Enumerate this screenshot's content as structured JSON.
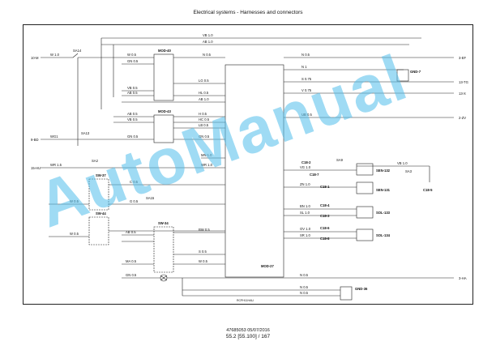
{
  "header": {
    "title": "Electrical systems - Harnesses and connectors"
  },
  "footer": {
    "doc_number": "47685053 05/07/2016",
    "page": "55.2 [55.100] / 167",
    "figure_code": "RCPH11HAU"
  },
  "watermark": {
    "text": "AutoManual",
    "color": "#50bee8"
  },
  "ports_left": {
    "p10m": "10-M",
    "p9bd": "9-BD",
    "p15hu": "15-HU"
  },
  "ports_right": {
    "p3ef": "3-EF",
    "p13tg": "13-TG",
    "p13x": "13-X",
    "p2zv": "2-ZV",
    "p3ha": "3-HA"
  },
  "modules": {
    "mod40": "MOD-40",
    "mod43": "MOD-43",
    "mod27": "MOD-27"
  },
  "switches": {
    "sw37": "SW-37",
    "sw44": "SW-44",
    "sw34": "SW-34"
  },
  "grounds": {
    "gnd7": "GND-7",
    "gnd36": "GND-36"
  },
  "sensors": {
    "sen132": "SEN-132",
    "sen131": "SEN-131"
  },
  "solenoids": {
    "sol133": "SOL-133",
    "sol134": "SOL-134"
  },
  "connectors": {
    "c18_2": "C18-2",
    "c18_7": "C18-7",
    "c18_1": "C18-1",
    "c18_4": "C18-4",
    "c18_3": "C18-3",
    "c18_6": "C18-6",
    "c18_8": "C18-8",
    "c18_5": "C18-5"
  },
  "wires": {
    "vb10": "VB 1.0",
    "ab10": "AB 1.0",
    "w10": "W 1.0",
    "sa14": "SA14",
    "w05": "W 0.5",
    "gn05": "GN 0.5",
    "vb05": "VB 0.5",
    "ab05": "AB 0.5",
    "n05": "N 0.5",
    "n1": "N 1",
    "s075": "S 0.75",
    "v075": "V 0.75",
    "lg05": "LG 0.5",
    "hl05": "HL 0.5",
    "ab10b": "AB 1.0",
    "h05": "H 0.5",
    "hc05": "HC 0.5",
    "lb05": "LB 0.5",
    "sa13": "SA13",
    "sa15": "SA15",
    "wg1": "WG1",
    "wr15": "WR 1.5",
    "sa2": "SA2",
    "c05": "C 0.5",
    "g05": "G 0.5",
    "mn10": "MN 1.0",
    "wr10": "WR 1.0",
    "vg10": "VG 1.0",
    "zn10": "ZN 1.0",
    "bn10": "BN 1.0",
    "sl10": "SL 1.0",
    "ov10": "OV 1.0",
    "sr10": "SR 1.0",
    "bw05": "BW 0.5",
    "s05": "S 0.5",
    "ma05": "MA 0.5",
    "sa9": "SA9",
    "sa3": "SA3",
    "ub05": "UB 0.5"
  }
}
